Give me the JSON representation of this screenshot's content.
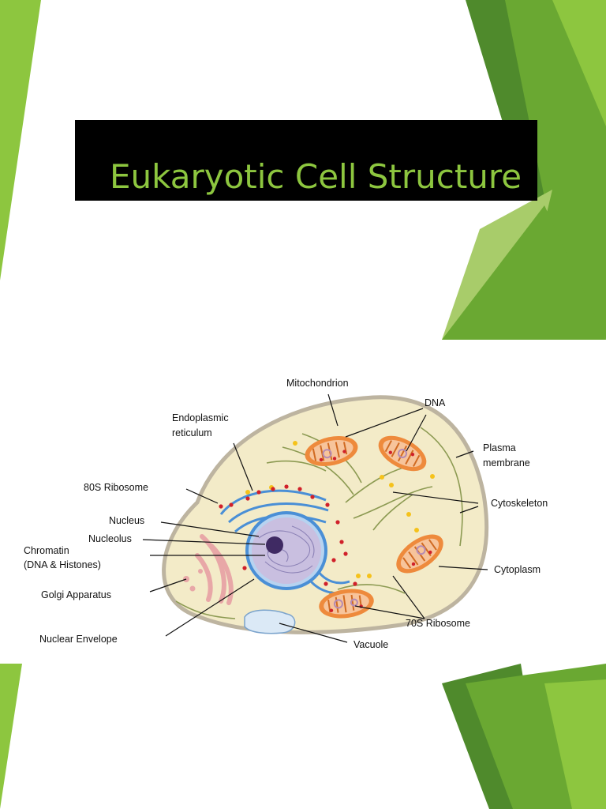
{
  "slide": {
    "title": "Eukaryotic Cell Structure"
  },
  "colors": {
    "accent_green": "#8dc63f",
    "dark_green": "#4f8a2c",
    "mid_green": "#6aa832",
    "light_green": "#a8cc6a",
    "title_background": "#000000",
    "cytoplasm": "#f3ebc8",
    "membrane": "#bdb4a0",
    "nucleus": "#c9bfe0",
    "nuclear_envelope": "#4a8fd6",
    "mitochondrion": "#ee8a3c",
    "ribosome": "#d0202a",
    "yellow_granule": "#f5c21b",
    "golgi": "#e8a7a7",
    "vacuole": "#dbe9f6",
    "cytoskeleton": "#8c9a52"
  },
  "diagram": {
    "labels": {
      "mitochondrion": "Mitochondrion",
      "dna": "DNA",
      "endoplasmic_reticulum_line1": "Endoplasmic",
      "endoplasmic_reticulum_line2": "reticulum",
      "plasma_membrane_line1": "Plasma",
      "plasma_membrane_line2": "membrane",
      "ribosome_80s": "80S Ribosome",
      "cytoskeleton": "Cytoskeleton",
      "nucleus": "Nucleus",
      "nucleolus": "Nucleolus",
      "chromatin_line1": "Chromatin",
      "chromatin_line2": "(DNA & Histones)",
      "cytoplasm": "Cytoplasm",
      "golgi_apparatus": "Golgi Apparatus",
      "ribosome_70s": "70S Ribosome",
      "nuclear_envelope": "Nuclear Envelope",
      "vacuole": "Vacuole"
    }
  }
}
